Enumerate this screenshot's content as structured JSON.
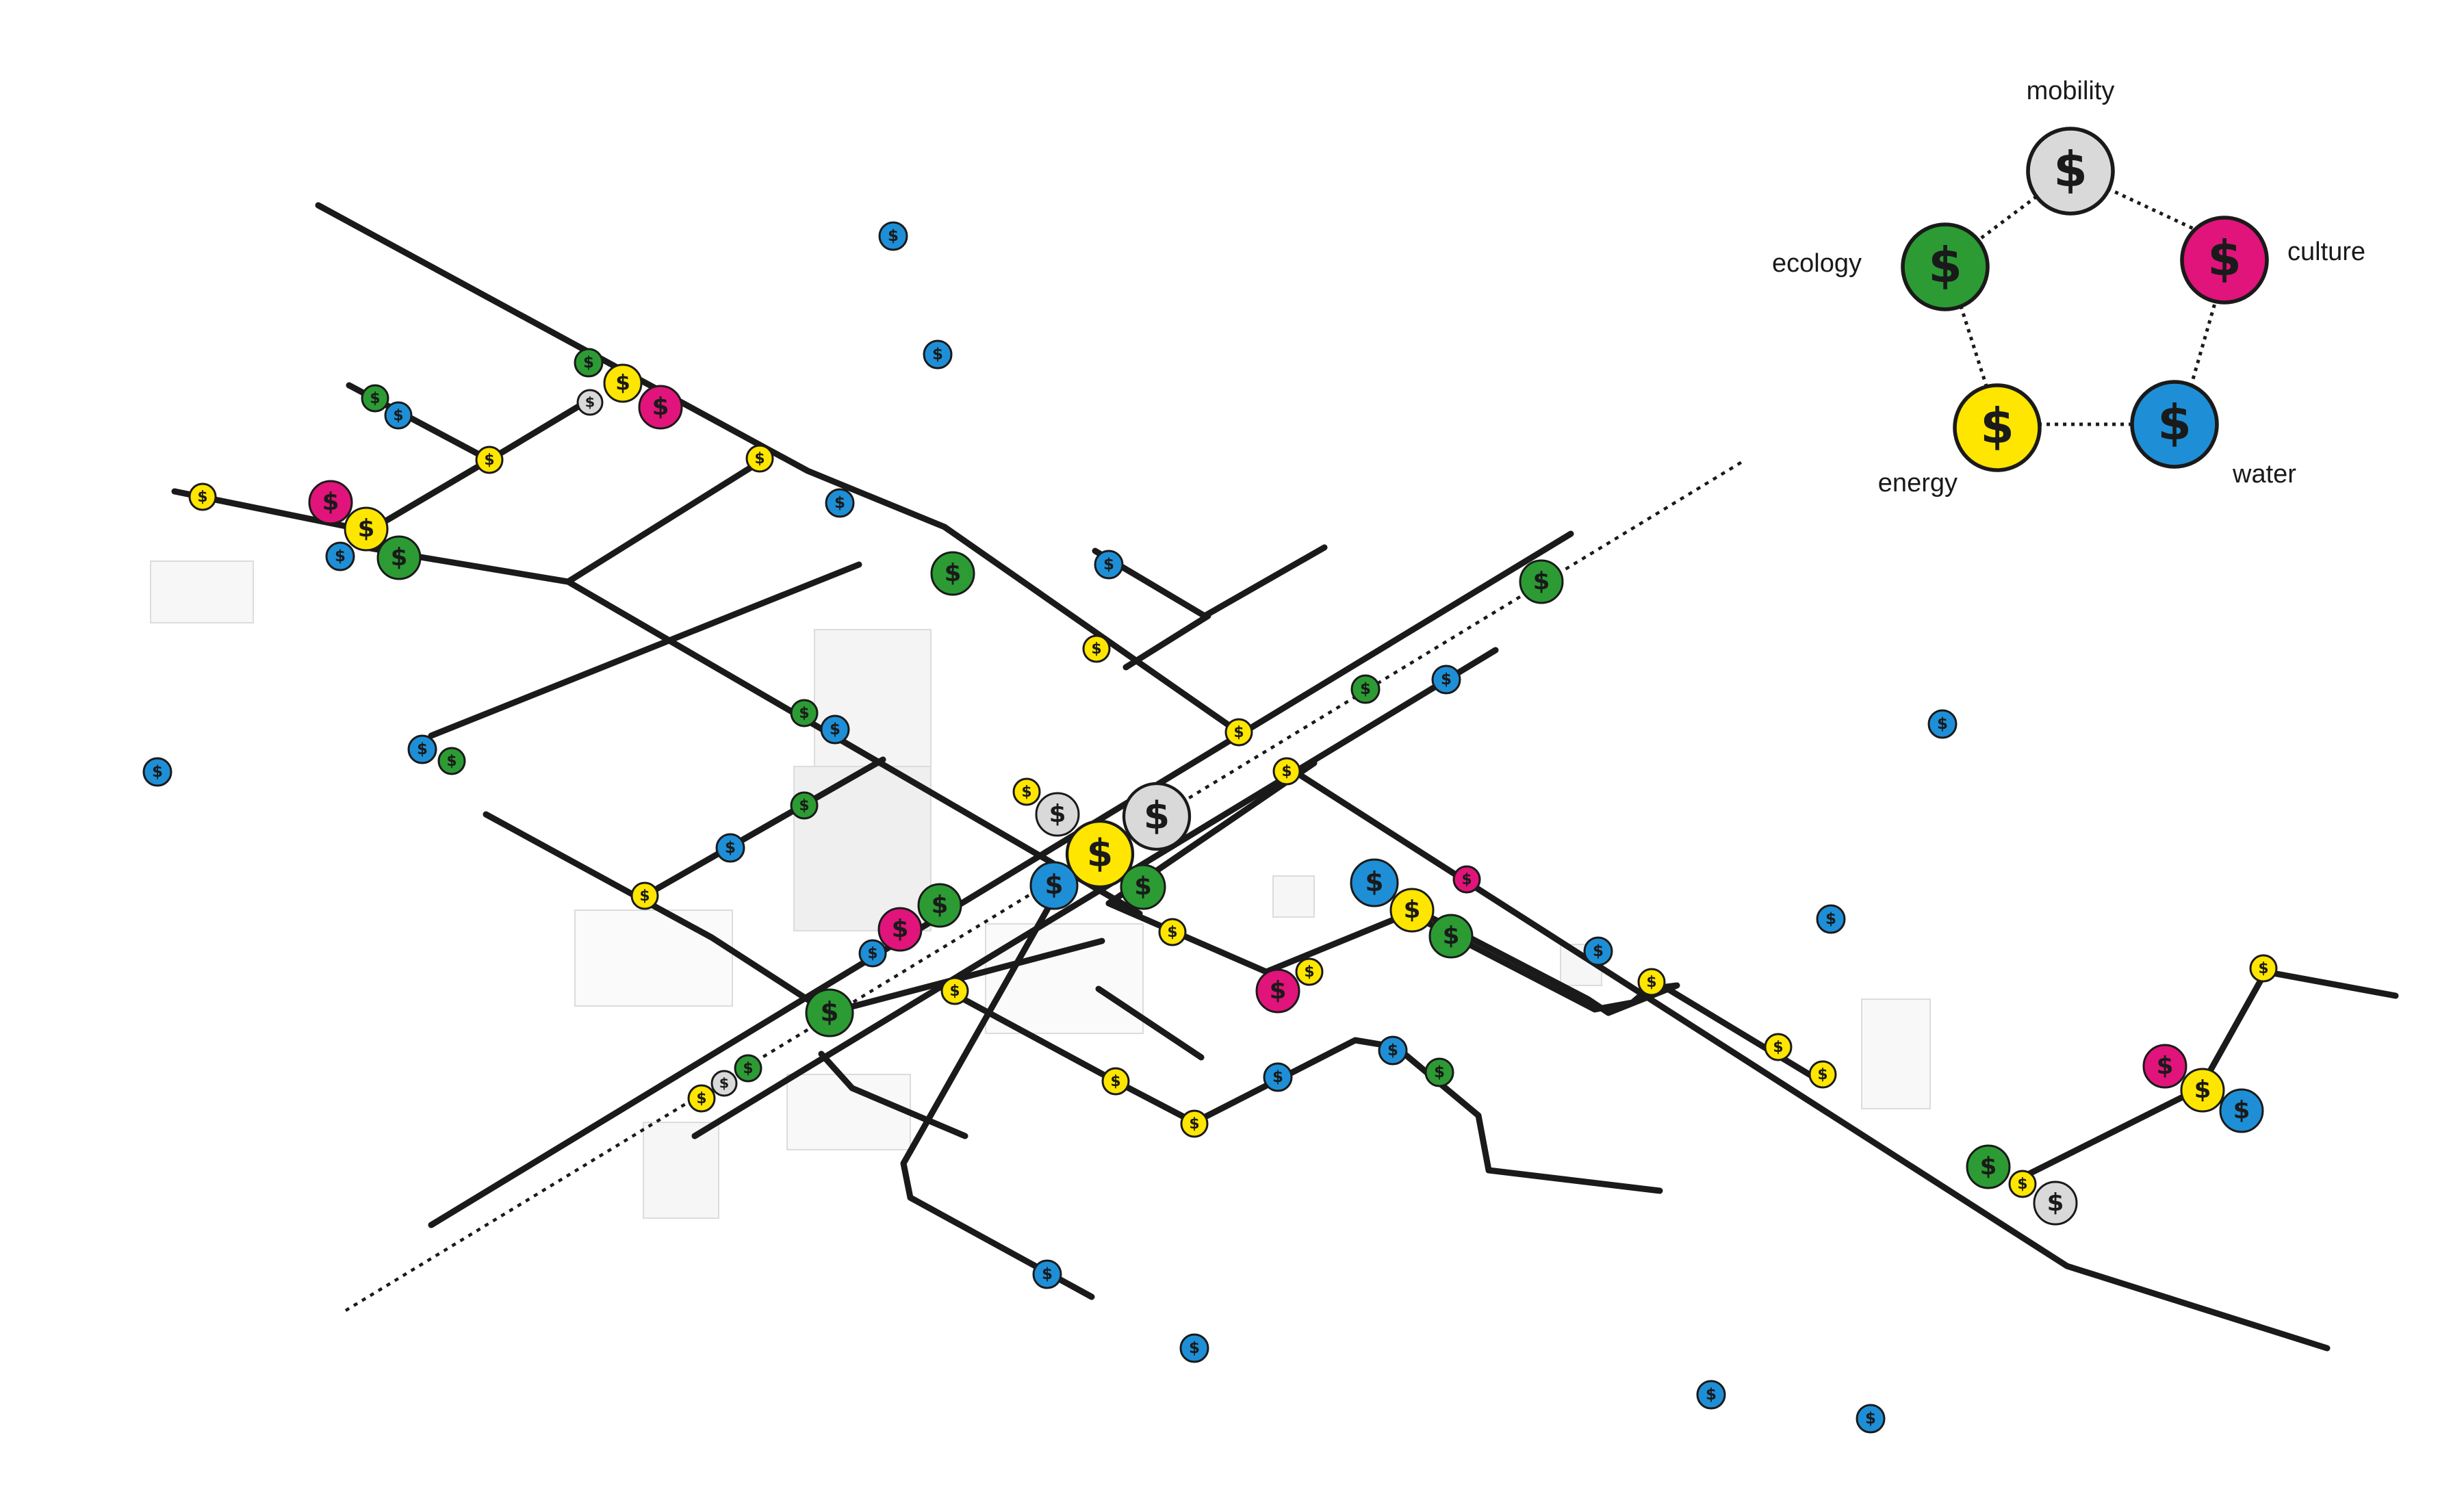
{
  "legend": {
    "title": "",
    "glyph": "$",
    "items": [
      {
        "key": "mobility",
        "label": "mobility",
        "color": "#d9d9d9"
      },
      {
        "key": "culture",
        "label": "culture",
        "color": "#e0147a"
      },
      {
        "key": "water",
        "label": "water",
        "color": "#1e8fd6"
      },
      {
        "key": "energy",
        "label": "energy",
        "color": "#ffe600"
      },
      {
        "key": "ecology",
        "label": "ecology",
        "color": "#2c9b34"
      }
    ]
  },
  "map": {
    "background": "#ffffff",
    "line_color": "#1a1a1a",
    "ghost_color": "#dcdcdc",
    "node_icon": "dollar-coin-icon"
  }
}
